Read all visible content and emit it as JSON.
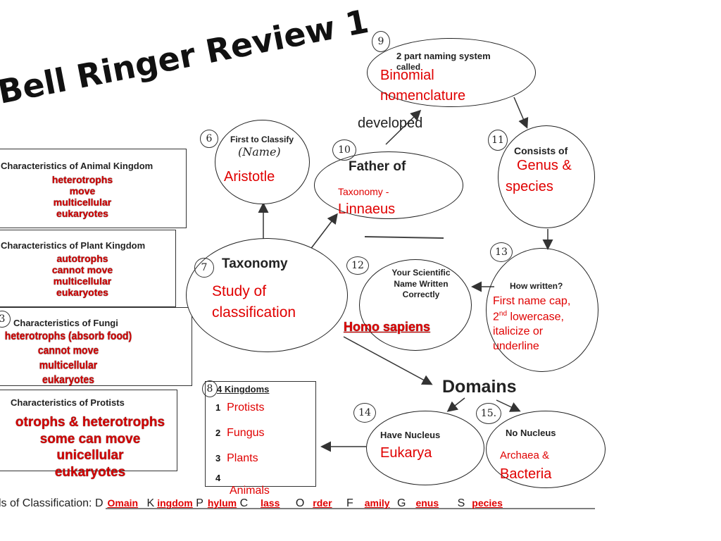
{
  "title": "Bell Ringer Review 1",
  "developed": "developed",
  "animal": {
    "heading": "Characteristics of Animal Kingdom",
    "items": [
      "heterotrophs",
      "move",
      "multicellular",
      "eukaryotes"
    ]
  },
  "plant": {
    "heading": "Characteristics of Plant Kingdom",
    "items": [
      "autotrophs",
      "cannot move",
      "multicellular",
      "eukaryotes"
    ]
  },
  "fungi": {
    "number": "3",
    "heading": "Characteristics of Fungi",
    "items": [
      "heterotrophs (absorb food)",
      "cannot move",
      "multicellular",
      "eukaryotes"
    ]
  },
  "protists": {
    "heading": "Characteristics of Protists",
    "items": [
      "otrophs & heterotrophs",
      "some can move",
      "unicellular",
      "eukaryotes"
    ]
  },
  "q6": {
    "number": "6",
    "label": "First to Classify",
    "hand": "(Name)",
    "answer": "Aristotle"
  },
  "q7": {
    "number": "7",
    "label": "Taxonomy",
    "answer1": "Study of",
    "answer2": "classification"
  },
  "q8": {
    "number": "8",
    "label": "4 Kingdoms",
    "nums": [
      "1",
      "2",
      "3",
      "4"
    ],
    "items": [
      "Protists",
      "Fungus",
      "Plants",
      "Animals"
    ]
  },
  "q9": {
    "number": "9",
    "label1": "2 part naming system",
    "label2": "called",
    "answer1": "Binomial",
    "answer2": "nomenclature"
  },
  "q10": {
    "number": "10",
    "label": "Father of",
    "answer1": "Taxonomy -",
    "answer2": "Linnaeus"
  },
  "q11": {
    "number": "11",
    "label": "Consists of",
    "answer1": "Genus &",
    "answer2": "species"
  },
  "q12": {
    "number": "12",
    "label1": "Your Scientific",
    "label2": "Name Written",
    "label3": "Correctly",
    "answer": "Homo sapiens"
  },
  "q13": {
    "number": "13",
    "label": "How written?",
    "answer1": "First name cap,",
    "answer2a": "2",
    "answer2sup": "nd",
    "answer2b": " lowercase,",
    "answer3": "italicize or",
    "answer4": "underline"
  },
  "domains": "Domains",
  "q14": {
    "number": "14",
    "label": "Have Nucleus",
    "answer": "Eukarya"
  },
  "q15": {
    "number": "15.",
    "label": "No Nucleus",
    "answer1": "Archaea &",
    "answer2": "Bacteria"
  },
  "levels": {
    "prefix": "ls of Classification: D",
    "d": "Omain",
    "k_letter": "K",
    "k": "ingdom",
    "p_letter": "P",
    "p": "hylum",
    "c_letter": "C",
    "c": "lass",
    "o_letter": "O",
    "o": "rder",
    "f_letter": "F",
    "f": "amily",
    "g_letter": "G",
    "g": "enus",
    "s_letter": "S",
    "s": "pecies"
  }
}
